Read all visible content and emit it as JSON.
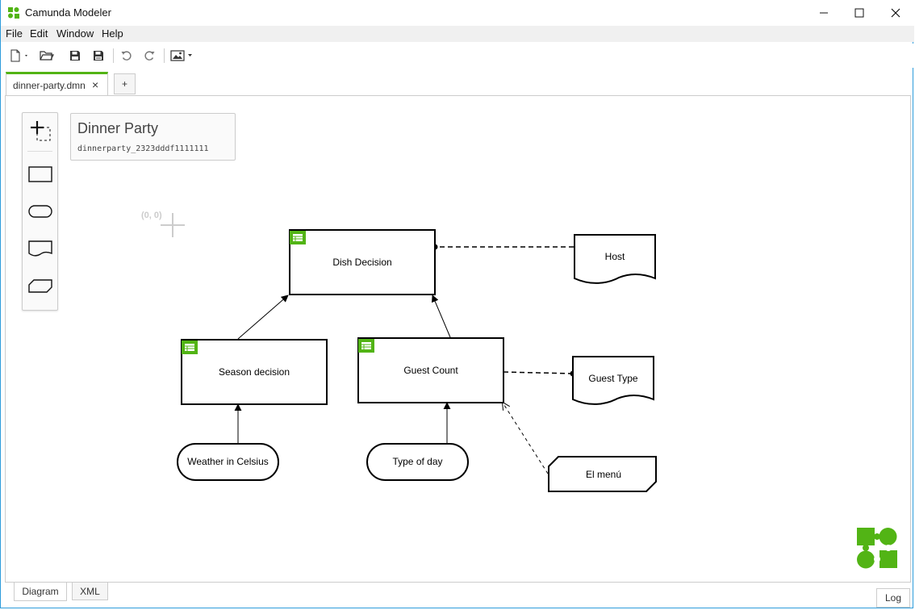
{
  "window": {
    "title": "Camunda Modeler",
    "brand_color": "#52b415"
  },
  "menu": {
    "items": [
      "File",
      "Edit",
      "Window",
      "Help"
    ]
  },
  "toolbar": {
    "buttons": [
      "new-file-icon",
      "open-folder-icon",
      "save-icon",
      "save-as-icon",
      "undo-icon",
      "redo-icon",
      "export-image-icon"
    ]
  },
  "tabs": {
    "active": "dinner-party.dmn",
    "close": "×",
    "add": "+"
  },
  "definitions": {
    "name": "Dinner Party",
    "id": "dinnerparty_2323dddf1111111"
  },
  "canvas": {
    "origin_label": "(0, 0)"
  },
  "diagram": {
    "decisions": [
      "Dish Decision",
      "Season decision",
      "Guest Count"
    ],
    "inputs": [
      "Weather in Celsius",
      "Type of day"
    ],
    "knowledge_sources": [
      "Host",
      "Guest Type"
    ],
    "annotation": "El menú"
  },
  "view_tabs": [
    "Diagram",
    "XML"
  ],
  "log_label": "Log"
}
